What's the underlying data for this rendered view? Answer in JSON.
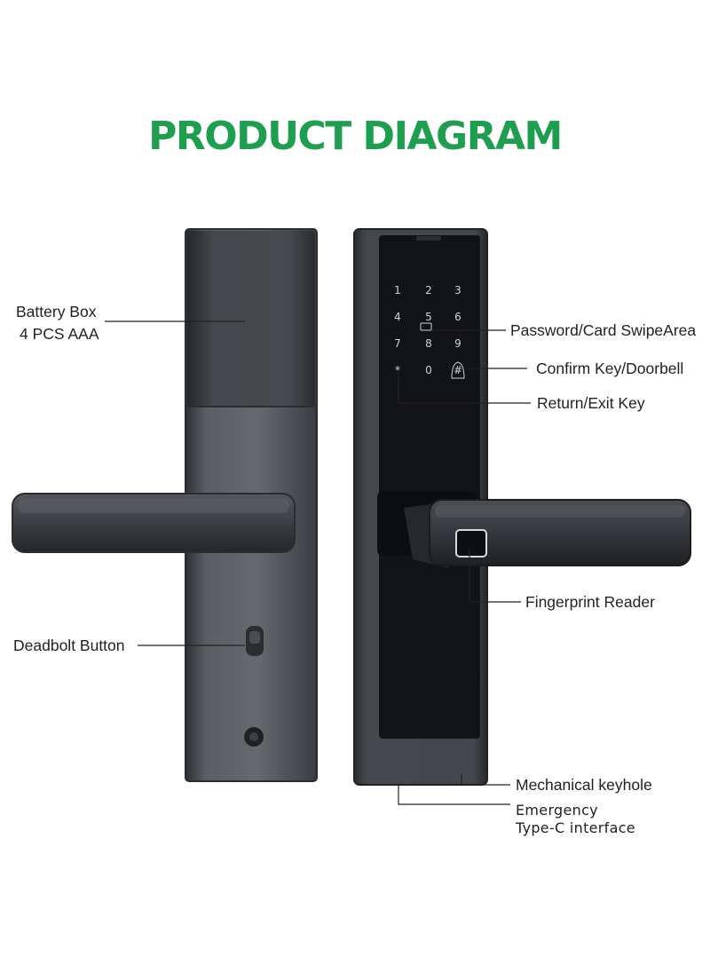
{
  "title": "PRODUCT DIAGRAM",
  "labels": {
    "battery_box": "Battery Box",
    "battery_spec": "4 PCS AAA",
    "password_area": "Password/Card SwipeArea",
    "confirm_key": "Confirm Key/Doorbell",
    "return_key": "Return/Exit Key",
    "fingerprint": "Fingerprint Reader",
    "deadbolt": "Deadbolt Button",
    "keyhole": "Mechanical keyhole",
    "emergency_1": "Emergency",
    "emergency_2": "Type-C interface"
  },
  "keypad": [
    "1",
    "2",
    "3",
    "4",
    "5",
    "6",
    "7",
    "8",
    "9",
    "*",
    "0",
    "#"
  ],
  "colors": {
    "title": "#1e9e4f",
    "body": "#3e4247",
    "panel": "#121316",
    "line": "#222222"
  }
}
